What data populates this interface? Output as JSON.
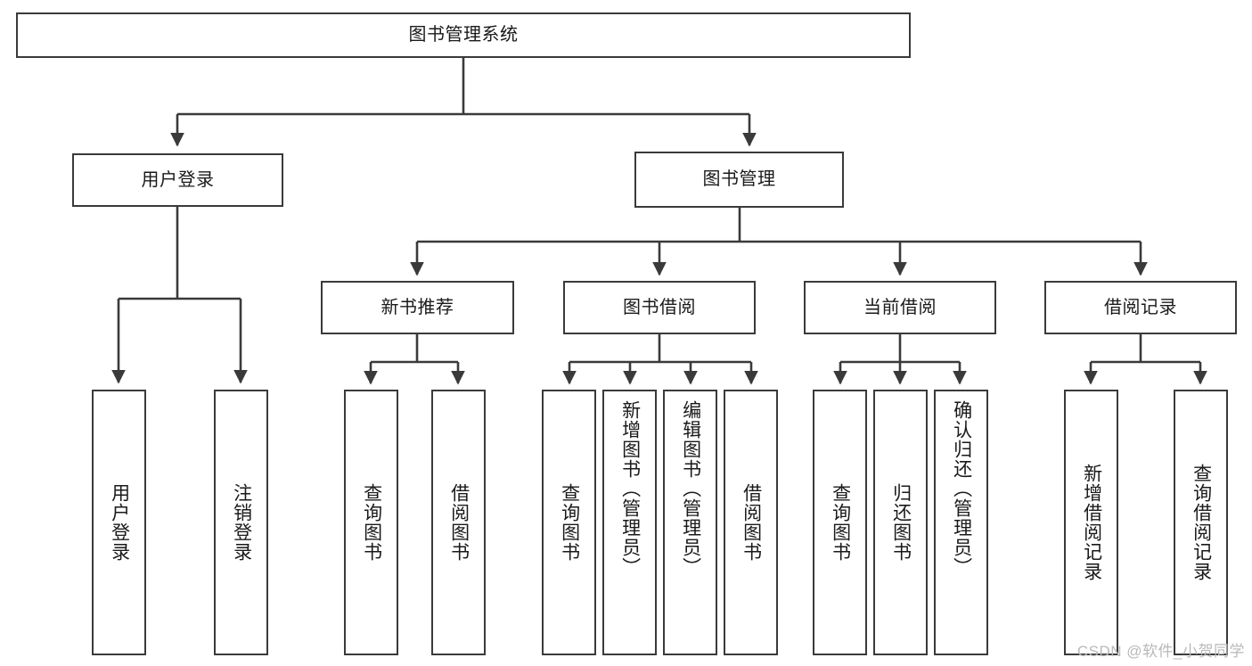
{
  "diagram": {
    "type": "tree-hierarchy",
    "title": "图书管理系统",
    "colors": {
      "background": "#ffffff",
      "box_border": "#3a3a3a",
      "box_fill": "#ffffff",
      "text": "#1a1a1a",
      "edge": "#3a3a3a",
      "watermark": "#b9b9b9"
    },
    "root": {
      "label": "图书管理系统"
    },
    "level1": [
      {
        "label": "用户登录"
      },
      {
        "label": "图书管理"
      }
    ],
    "level2": [
      {
        "label": "新书推荐"
      },
      {
        "label": "图书借阅"
      },
      {
        "label": "当前借阅"
      },
      {
        "label": "借阅记录"
      }
    ],
    "leaves": {
      "user_login": [
        {
          "label": "用户登录"
        },
        {
          "label": "注销登录"
        }
      ],
      "new_book_recommend": [
        {
          "label": "查询图书"
        },
        {
          "label": "借阅图书"
        }
      ],
      "book_borrow": [
        {
          "label": "查询图书"
        },
        {
          "label": "新增图书（管理员）"
        },
        {
          "label": "编辑图书（管理员）"
        },
        {
          "label": "借阅图书"
        }
      ],
      "current_borrow": [
        {
          "label": "查询图书"
        },
        {
          "label": "归还图书"
        },
        {
          "label": "确认归还（管理员）"
        }
      ],
      "borrow_record": [
        {
          "label": "新增借阅记录"
        },
        {
          "label": "查询借阅记录"
        }
      ]
    }
  },
  "watermark": {
    "text": "CSDN @软件_小贺同学"
  }
}
